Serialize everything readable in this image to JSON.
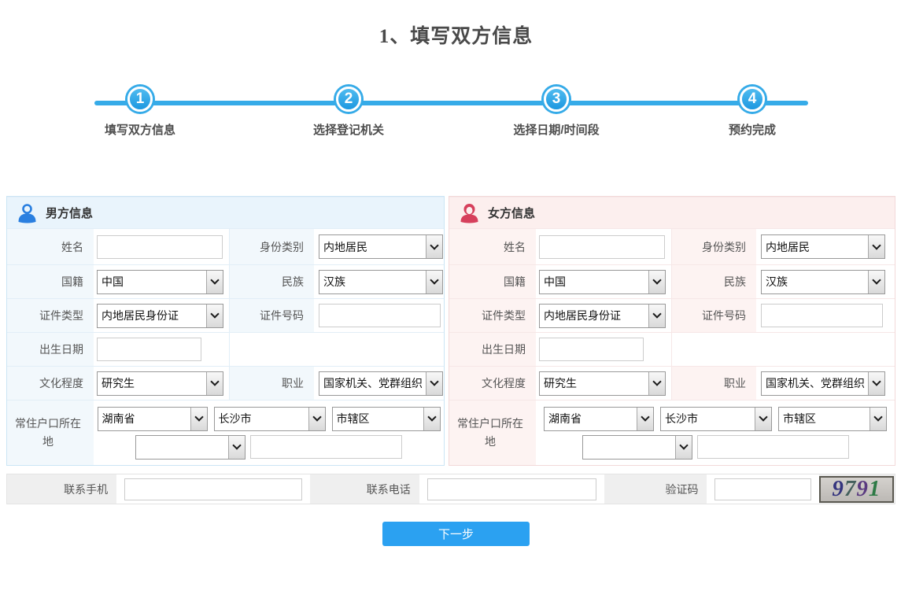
{
  "page": {
    "title": "1、填写双方信息"
  },
  "steps": [
    {
      "number": "1",
      "label": "填写双方信息"
    },
    {
      "number": "2",
      "label": "选择登记机关"
    },
    {
      "number": "3",
      "label": "选择日期/时间段"
    },
    {
      "number": "4",
      "label": "预约完成"
    }
  ],
  "male": {
    "title": "男方信息",
    "name_label": "姓名",
    "identity_label": "身份类别",
    "identity_value": "内地居民",
    "nationality_label": "国籍",
    "nationality_value": "中国",
    "ethnicity_label": "民族",
    "ethnicity_value": "汉族",
    "idtype_label": "证件类型",
    "idtype_value": "内地居民身份证",
    "idnumber_label": "证件号码",
    "birth_label": "出生日期",
    "education_label": "文化程度",
    "education_value": "研究生",
    "occupation_label": "职业",
    "occupation_value": "国家机关、党群组织",
    "residence_label": "常住户口所在地",
    "province_value": "湖南省",
    "city_value": "长沙市",
    "district_value": "市辖区"
  },
  "female": {
    "title": "女方信息",
    "name_label": "姓名",
    "identity_label": "身份类别",
    "identity_value": "内地居民",
    "nationality_label": "国籍",
    "nationality_value": "中国",
    "ethnicity_label": "民族",
    "ethnicity_value": "汉族",
    "idtype_label": "证件类型",
    "idtype_value": "内地居民身份证",
    "idnumber_label": "证件号码",
    "birth_label": "出生日期",
    "education_label": "文化程度",
    "education_value": "研究生",
    "occupation_label": "职业",
    "occupation_value": "国家机关、党群组织",
    "residence_label": "常住户口所在地",
    "province_value": "湖南省",
    "city_value": "长沙市",
    "district_value": "市辖区"
  },
  "contact": {
    "mobile_label": "联系手机",
    "phone_label": "联系电话",
    "captcha_label": "验证码",
    "captcha": {
      "value": "9791",
      "digits": [
        {
          "ch": "9",
          "color": "#34347e"
        },
        {
          "ch": "7",
          "color": "#44605c"
        },
        {
          "ch": "9",
          "color": "#5a3a80"
        },
        {
          "ch": "1",
          "color": "#2d7a45"
        }
      ]
    }
  },
  "button": {
    "label": "下一步"
  },
  "colors": {
    "step_blue": "#36abe8",
    "button_blue": "#2ba1f1",
    "male_accent": "#2a7fe0",
    "female_accent": "#d6405c",
    "male_header_bg": "#e9f4fc",
    "female_header_bg": "#fcefee",
    "captcha_bg": "#c6c3bf"
  }
}
